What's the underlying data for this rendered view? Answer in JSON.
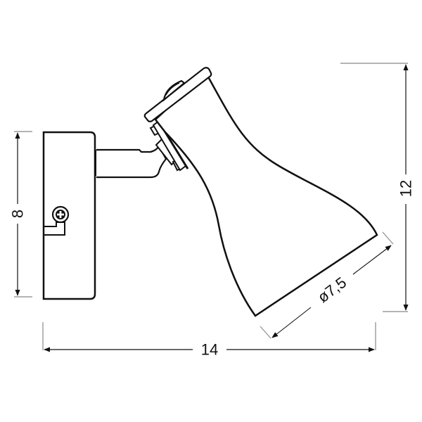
{
  "diagram": {
    "type": "technical-dimension-drawing",
    "subject": "wall spot lamp, side view",
    "colors": {
      "outline": "#111111",
      "dimension_line": "#222222",
      "extension_line": "#888888",
      "background": "#ffffff"
    },
    "dimensions": {
      "height_base": {
        "label": "8",
        "orientation": "vertical"
      },
      "height_total": {
        "label": "12",
        "orientation": "vertical"
      },
      "width_total": {
        "label": "14",
        "orientation": "horizontal"
      },
      "shade_diameter": {
        "label": "ø7,5",
        "orientation": "diagonal"
      }
    },
    "components": [
      {
        "name": "wall-mount-plate"
      },
      {
        "name": "mounting-screw"
      },
      {
        "name": "arm"
      },
      {
        "name": "swivel-joint"
      },
      {
        "name": "shade"
      },
      {
        "name": "shade-end-cap"
      },
      {
        "name": "cap-knob"
      }
    ]
  }
}
